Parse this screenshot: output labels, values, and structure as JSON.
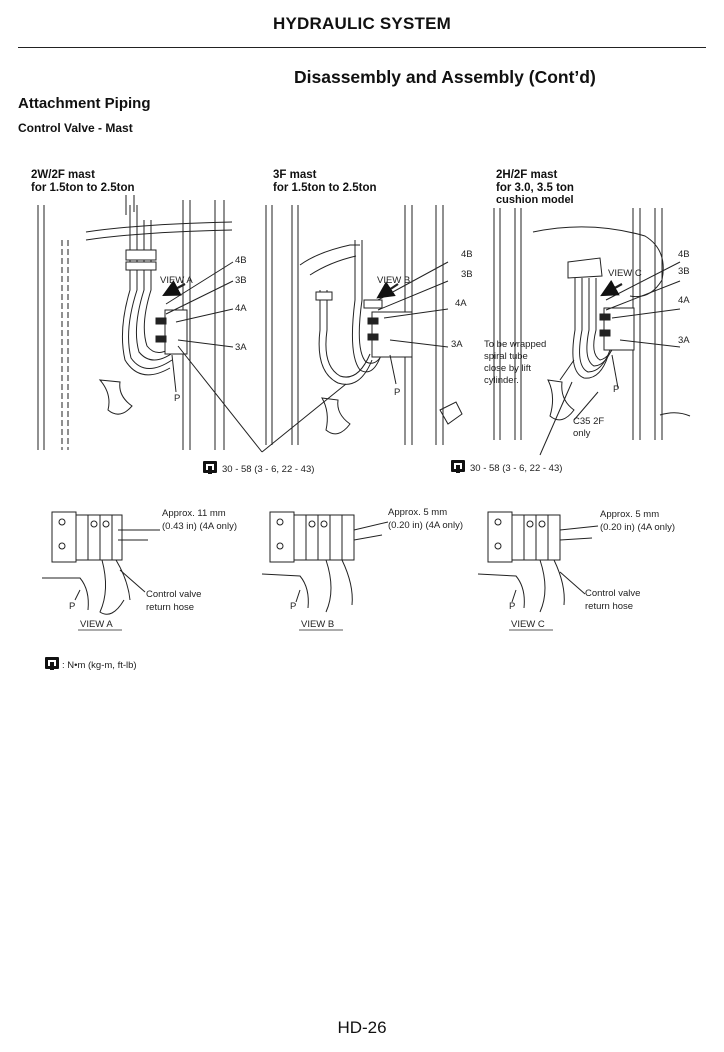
{
  "header": {
    "title": "HYDRAULIC SYSTEM"
  },
  "section": {
    "title": "Disassembly and Assembly (Cont’d)"
  },
  "headings": {
    "h1": "Attachment Piping",
    "h2": "Control Valve - Mast"
  },
  "panels": [
    {
      "title_line1": "2W/2F mast",
      "title_line2": "for 1.5ton to 2.5ton",
      "title_line3": "",
      "view": "VIEW A",
      "labels": [
        "4B",
        "3B",
        "4A",
        "3A"
      ],
      "p": "P"
    },
    {
      "title_line1": "3F mast",
      "title_line2": "for 1.5ton to 2.5ton",
      "title_line3": "",
      "view": "VIEW B",
      "labels": [
        "4B",
        "3B",
        "4A",
        "3A"
      ],
      "p": "P"
    },
    {
      "title_line1": "2H/2F mast",
      "title_line2": "for 3.0, 3.5 ton",
      "title_line3": "cushion model",
      "view": "VIEW C",
      "labels": [
        "4B",
        "3B",
        "4A",
        "3A"
      ],
      "p": "P"
    }
  ],
  "note_wrap": [
    "To be wrapped",
    "spiral  tube",
    "close by lift",
    "cylinder."
  ],
  "note_c35": [
    "C35 2F",
    "only"
  ],
  "torque": {
    "left": "30 - 58 (3 - 6, 22 - 43)",
    "right": "30 - 58 (3 - 6, 22 - 43)"
  },
  "details": [
    {
      "approx_line1": "Approx. 11 mm",
      "approx_line2": "(0.43 in) (4A only)",
      "return_line1": "Control valve",
      "return_line2": "return hose",
      "p": "P",
      "view": "VIEW A"
    },
    {
      "approx_line1": "Approx. 5 mm",
      "approx_line2": "(0.20 in) (4A only)",
      "return_line1": "",
      "return_line2": "",
      "p": "P",
      "view": "VIEW B"
    },
    {
      "approx_line1": "Approx. 5 mm",
      "approx_line2": "(0.20 in) (4A only)",
      "return_line1": "Control valve",
      "return_line2": "return hose",
      "p": "P",
      "view": "VIEW C"
    }
  ],
  "legend": {
    "text": ": N•m (kg-m, ft-lb)",
    "icon": "torque-wrench-icon"
  },
  "footer": {
    "page": "HD-26"
  }
}
